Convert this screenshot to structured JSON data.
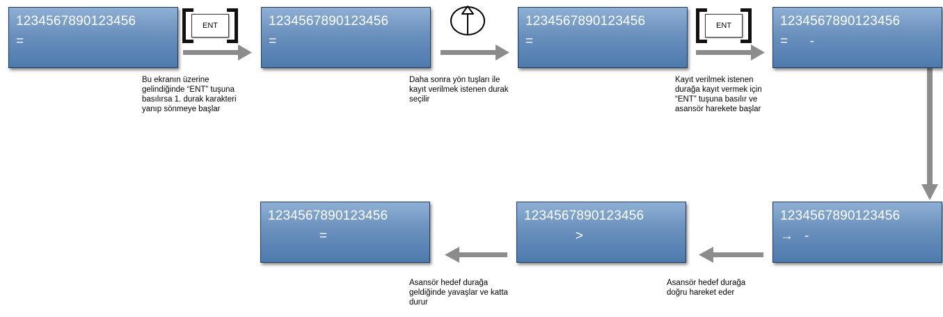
{
  "screens": [
    {
      "line1": "1234567890123456",
      "line2": "="
    },
    {
      "line1": "1234567890123456",
      "line2": "="
    },
    {
      "line1": "1234567890123456",
      "line2": "="
    },
    {
      "line1": "1234567890123456",
      "line2": "=      -"
    },
    {
      "line1": "1234567890123456",
      "line2": "→   -"
    },
    {
      "line1": "1234567890123456",
      "line2": "              >"
    },
    {
      "line1": "1234567890123456",
      "line2": "              ="
    }
  ],
  "keys": {
    "ent1": "ENT",
    "ent2": "ENT",
    "up_arrow": "up-arrow-icon"
  },
  "notes": {
    "n1": "Bu ekranın üzerine\ngelindiğinde “ENT” tuşuna\nbasılırsa 1. durak karakteri\nyanıp sönmeye başlar",
    "n2": "Daha sonra yön tuşları ile\nkayıt verilmek istenen durak\nseçilir",
    "n3": "Kayıt verilmek istenen\ndurağa kayıt vermek için\n“ENT” tuşuna basılır ve\nasansör harekete başlar",
    "n4": "Asansör hedef durağa\ndoğru hareket eder",
    "n5": "Asansör hedef durağa\ngeldiğinde yavaşlar ve katta\ndurur"
  },
  "colors": {
    "lcd_top": "#8fb0d4",
    "lcd_bottom": "#4d7aad",
    "arrow": "#8c8c8c"
  }
}
